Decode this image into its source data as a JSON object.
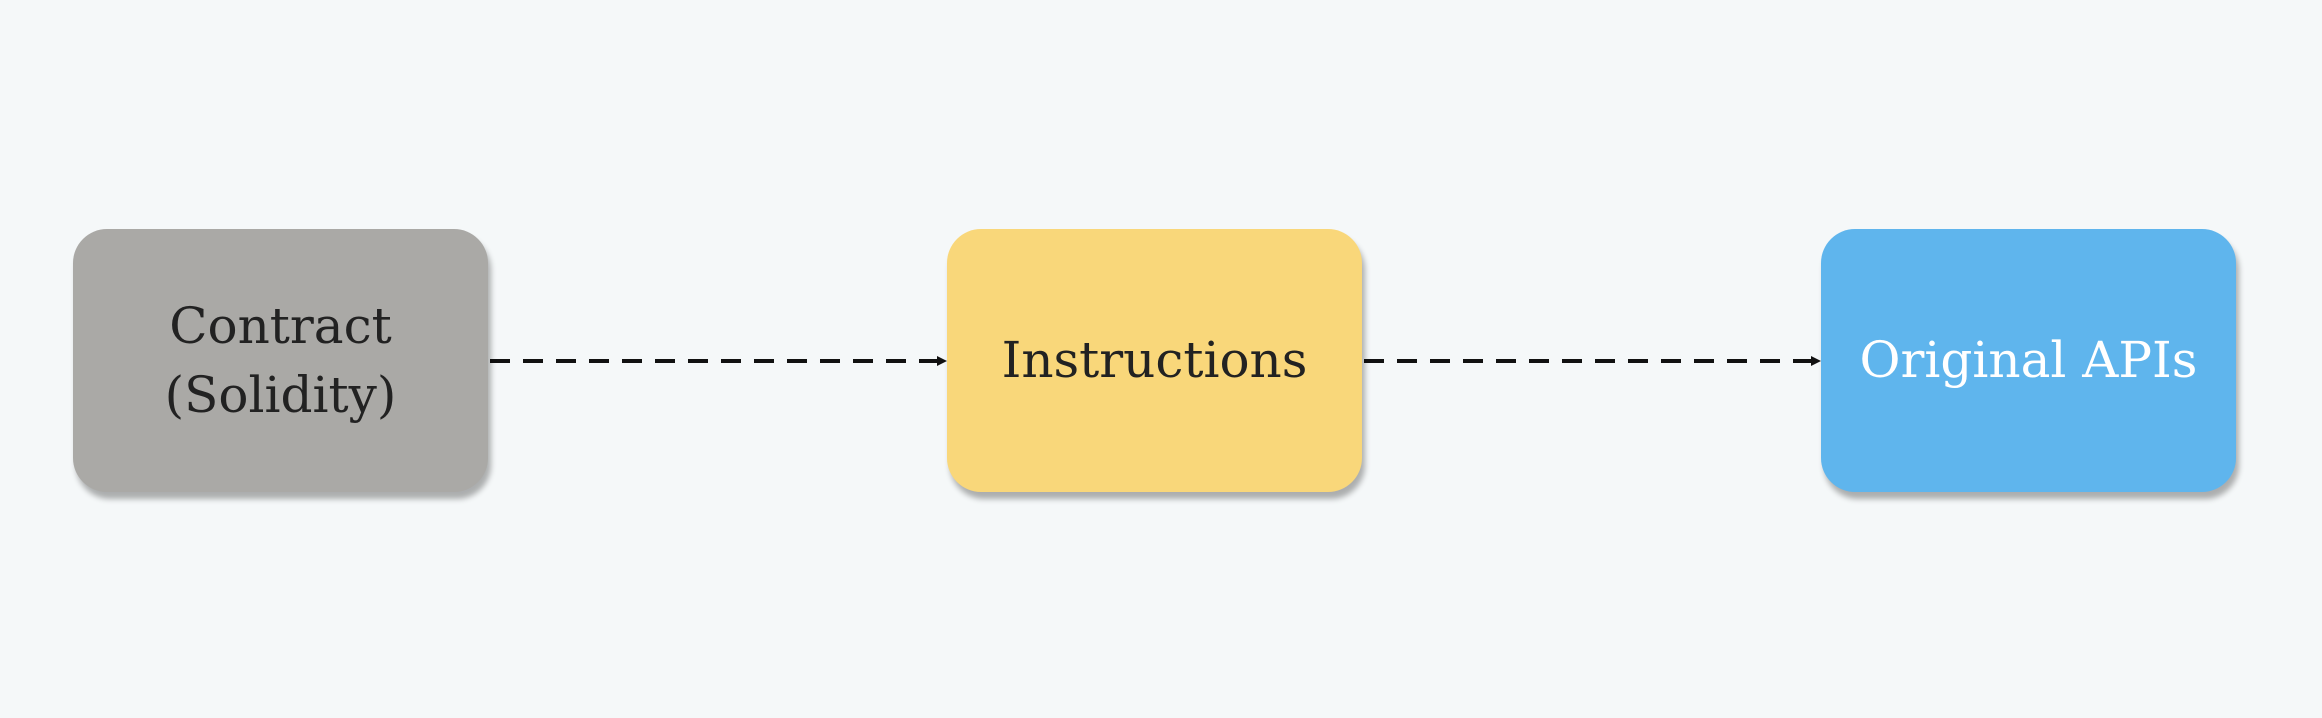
{
  "colors": {
    "background": "#f5f8f9",
    "contract_fill": "#aaa9a6",
    "instructions_fill": "#f9d77a",
    "apis_fill": "#5fb5ed",
    "dark_text": "#222222",
    "light_text": "#ffffff",
    "arrow": "#111111"
  },
  "diagram": {
    "nodes": [
      {
        "id": "contract",
        "label": "Contract\n(Solidity)"
      },
      {
        "id": "instructions",
        "label": "Instructions"
      },
      {
        "id": "apis",
        "label": "Original APIs"
      }
    ],
    "edges": [
      {
        "from": "contract",
        "to": "instructions",
        "style": "dashed"
      },
      {
        "from": "instructions",
        "to": "apis",
        "style": "dashed"
      }
    ]
  }
}
